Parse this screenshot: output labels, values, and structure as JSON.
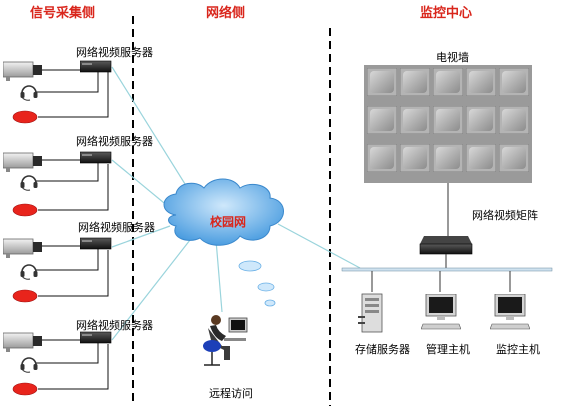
{
  "sections": {
    "signal": "信号采集侧",
    "network": "网络侧",
    "monitor": "监控中心"
  },
  "video_server_label": "网络视频服务器",
  "cloud": "校园网",
  "tv_wall": "电视墙",
  "matrix": "网络视频矩阵",
  "storage": "存储服务器",
  "management": "管理主机",
  "monitor_host": "监控主机",
  "remote": "远程访问",
  "colors": {
    "section_title": "#d9261c",
    "cloud_fill": "#5aa8e8",
    "link_line": "#9ad4dc",
    "divider": "#000000",
    "alarm_red": "#e8241c"
  }
}
